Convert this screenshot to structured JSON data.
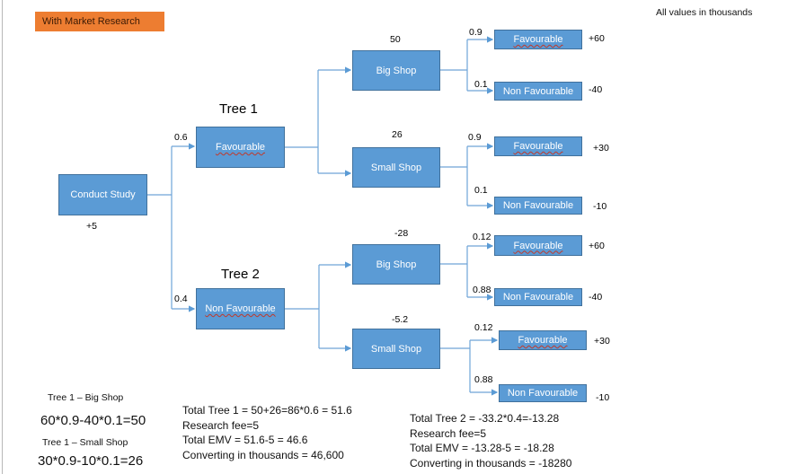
{
  "banner": "With Market Research",
  "note": "All values in thousands",
  "root": {
    "label": "Conduct Study",
    "value": "+5"
  },
  "trees": [
    {
      "title": "Tree 1",
      "branch_prob": "0.6",
      "label": "Favourable",
      "options": [
        {
          "label": "Big Shop",
          "emv": "50",
          "outcomes": [
            {
              "label": "Favourable",
              "prob": "0.9",
              "payoff": "+60"
            },
            {
              "label": "Non Favourable",
              "prob": "0.1",
              "payoff": "-40"
            }
          ]
        },
        {
          "label": "Small Shop",
          "emv": "26",
          "outcomes": [
            {
              "label": "Favourable",
              "prob": "0.9",
              "payoff": "+30"
            },
            {
              "label": "Non Favourable",
              "prob": "0.1",
              "payoff": "-10"
            }
          ]
        }
      ]
    },
    {
      "title": "Tree 2",
      "branch_prob": "0.4",
      "label": "Non Favourable",
      "options": [
        {
          "label": "Big Shop",
          "emv": "-28",
          "outcomes": [
            {
              "label": "Favourable",
              "prob": "0.12",
              "payoff": "+60"
            },
            {
              "label": "Non Favourable",
              "prob": "0.88",
              "payoff": "-40"
            }
          ]
        },
        {
          "label": "Small Shop",
          "emv": "-5.2",
          "outcomes": [
            {
              "label": "Favourable",
              "prob": "0.12",
              "payoff": "+30"
            },
            {
              "label": "Non Favourable",
              "prob": "0.88",
              "payoff": "-10"
            }
          ]
        }
      ]
    }
  ],
  "calculations": {
    "tree1_big_heading": "Tree 1 – Big Shop",
    "tree1_big_formula": "60*0.9-40*0.1=50",
    "tree1_small_heading": "Tree 1 – Small Shop",
    "tree1_small_formula": "30*0.9-10*0.1=26",
    "tree1_summary": [
      "Total Tree 1 = 50+26=86*0.6 = 51.6",
      "Research fee=5",
      "Total EMV = 51.6-5 = 46.6",
      "Converting in thousands = 46,600"
    ],
    "tree2_summary": [
      "Total Tree 2 = -33.2*0.4=-13.28",
      "Research fee=5",
      "Total EMV = -13.28-5 = -18.28",
      "Converting in thousands = -18280"
    ]
  },
  "colors": {
    "node_fill": "#5B9BD5",
    "node_border": "#41719C",
    "connector": "#5B9BD5",
    "banner_fill": "#ED7D31"
  }
}
